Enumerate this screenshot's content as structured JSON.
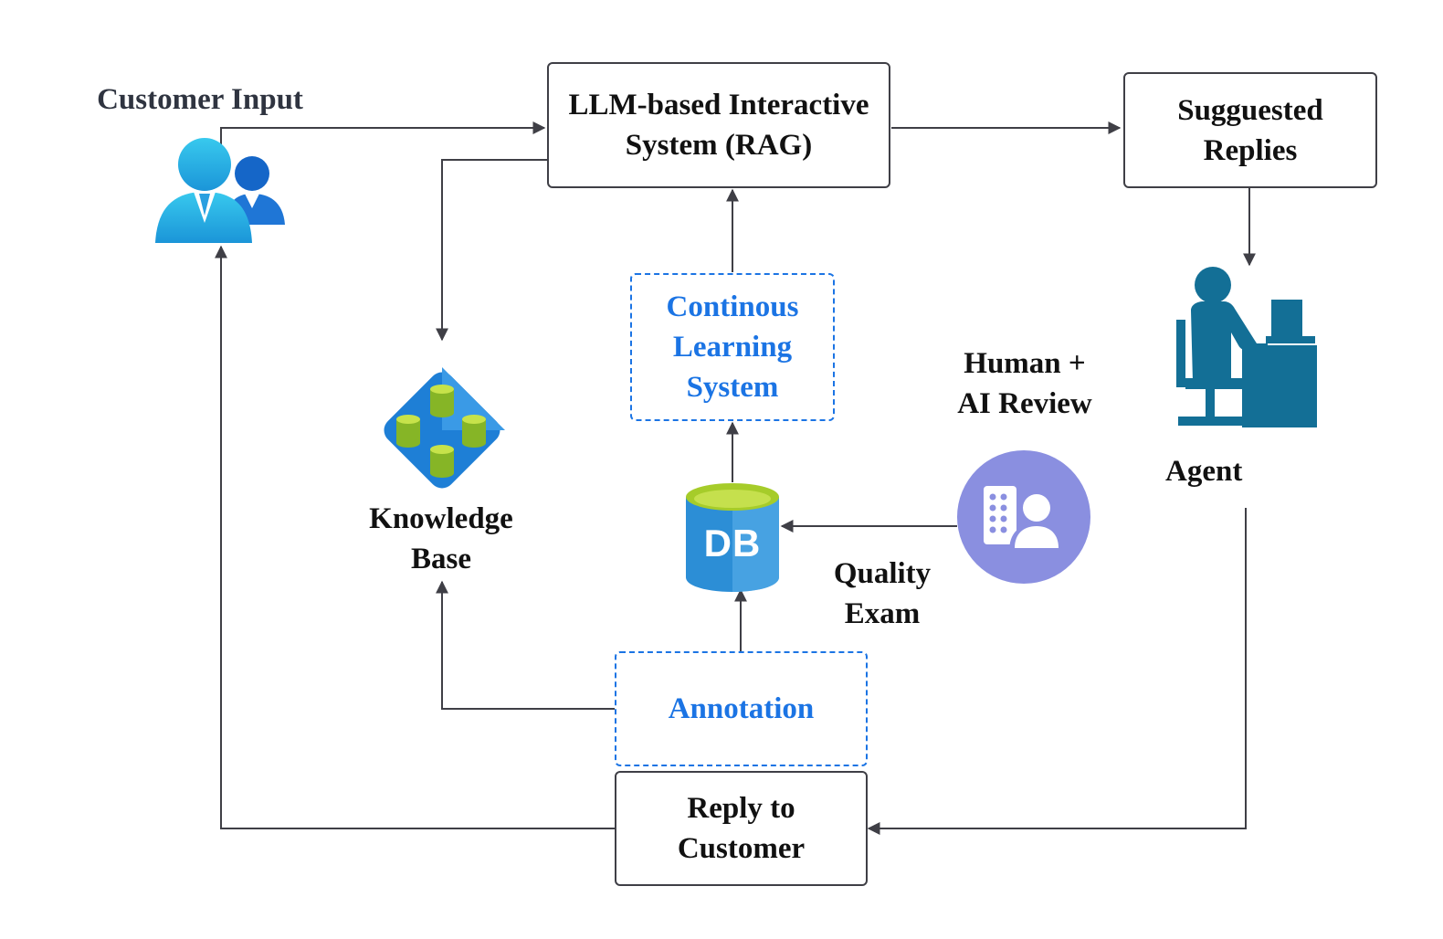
{
  "nodes": {
    "customer_input": "Customer Input",
    "llm_system": "LLM-based Interactive\nSystem (RAG)",
    "suggested_replies": "Sugguested\nReplies",
    "agent": "Agent",
    "continuous_learning": "Continous\nLearning\nSystem",
    "human_ai_review": "Human +\nAI Review",
    "knowledge_base": "Knowledge\nBase",
    "db_icon_text": "DB",
    "quality_exam": "Quality\nExam",
    "annotation": "Annotation",
    "reply_to_customer": "Reply to\nCustomer"
  },
  "icons": {
    "customer": "customer-users-icon",
    "knowledge_base": "knowledge-base-icon",
    "database": "database-icon",
    "review": "human-ai-review-icon",
    "agent": "agent-at-computer-icon"
  },
  "colors": {
    "line": "#3f3f46",
    "accent_blue": "#1b74e4",
    "review_purple": "#8a8fe0",
    "agent_teal": "#136f96",
    "db_green": "#a6cc2a",
    "db_blue": "#2a8fd0"
  }
}
